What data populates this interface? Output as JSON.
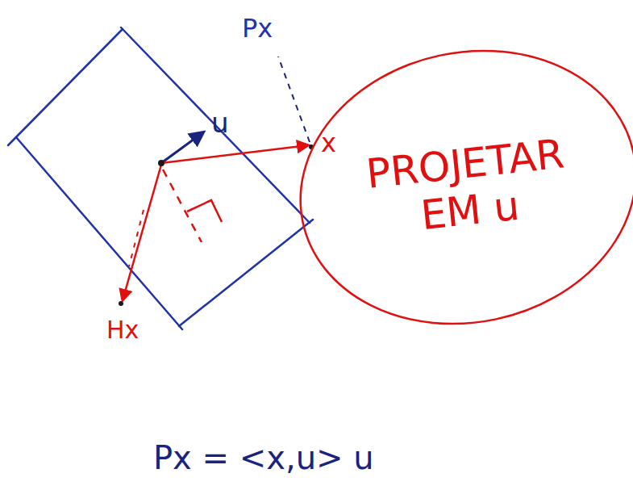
{
  "diagram": {
    "nodes": [
      {
        "text": [
          "PROJETAR EM u"
        ]
      }
    ],
    "labels": [
      "Px",
      "u",
      "x",
      "Hx",
      "Px = <x,u> u"
    ]
  }
}
